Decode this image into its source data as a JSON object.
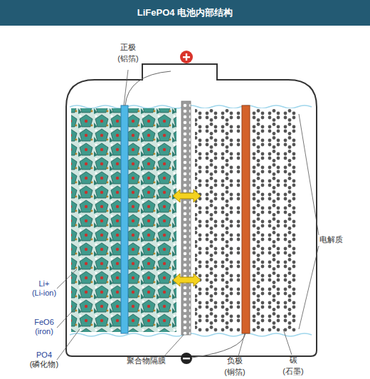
{
  "diagram": {
    "title": "LiFePO4 电池内部结构",
    "labels": [
      "正极",
      "(铝箔)",
      "Li+",
      "(Li-ion)",
      "FeO6",
      "(iron)",
      "PO4",
      "(磷化物)",
      "聚合物隔膜",
      "负极",
      "(铜箔)",
      "碳",
      "(石墨)",
      "电解质"
    ]
  }
}
